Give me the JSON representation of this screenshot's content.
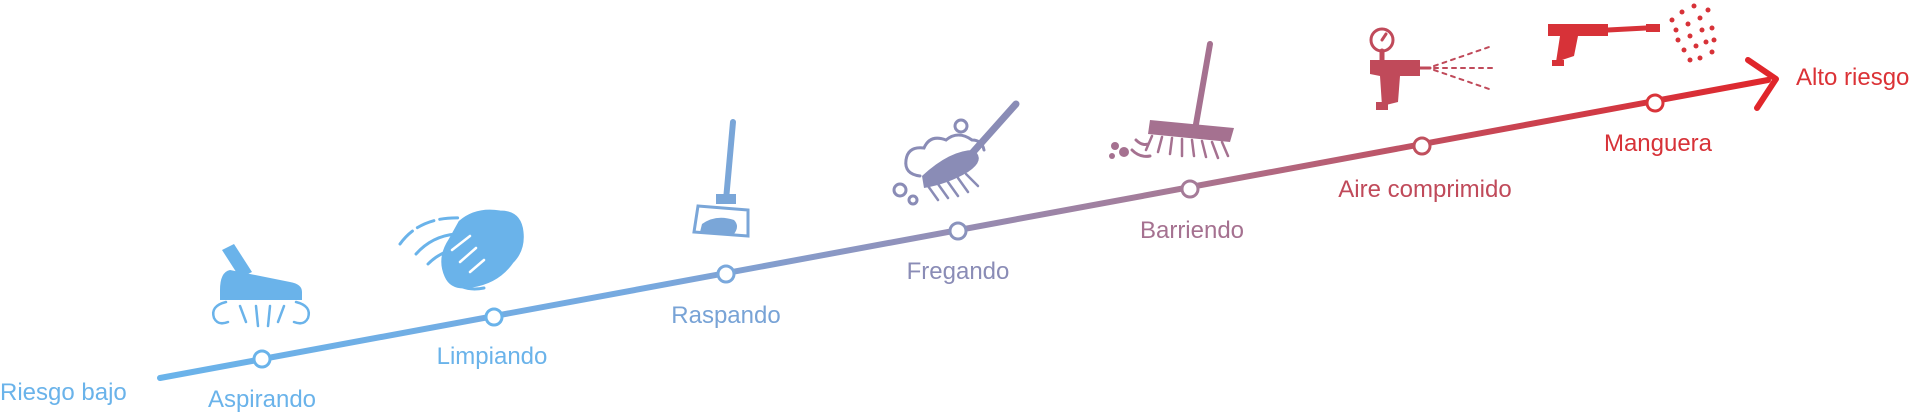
{
  "start_label": "Riesgo bajo",
  "end_label": "Alto riesgo",
  "colors": {
    "low": "#6ab3ea",
    "mid": "#8a8cb6",
    "mid2": "#a57190",
    "high": "#db3236"
  },
  "steps": [
    {
      "label": "Aspirando",
      "icon": "vacuum-icon"
    },
    {
      "label": "Limpiando",
      "icon": "wiping-hand-icon"
    },
    {
      "label": "Raspando",
      "icon": "scraper-icon"
    },
    {
      "label": "Fregando",
      "icon": "scrubbing-brush-icon"
    },
    {
      "label": "Barriendo",
      "icon": "broom-icon"
    },
    {
      "label": "Aire comprimido",
      "icon": "air-gun-icon"
    },
    {
      "label": "Manguera",
      "icon": "spray-hose-icon"
    }
  ]
}
